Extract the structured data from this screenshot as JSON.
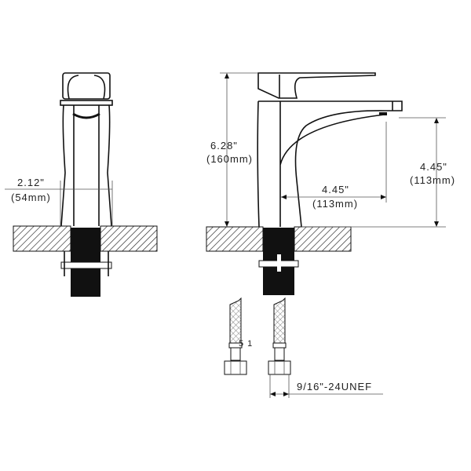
{
  "dimensions": {
    "base_width": {
      "inch": "2.12\"",
      "mm": "(54mm)"
    },
    "total_height": {
      "inch": "6.28\"",
      "mm": "(160mm)"
    },
    "spout_reach": {
      "inch": "4.45\"",
      "mm": "(113mm)"
    },
    "spout_height": {
      "inch": "4.45\"",
      "mm": "(113mm)"
    },
    "hose_thread": "9/16\"-24UNEF",
    "hose_mark": "5 1"
  },
  "colors": {
    "line": "#111111",
    "fill_black": "#111111",
    "dim_line": "#555555"
  }
}
